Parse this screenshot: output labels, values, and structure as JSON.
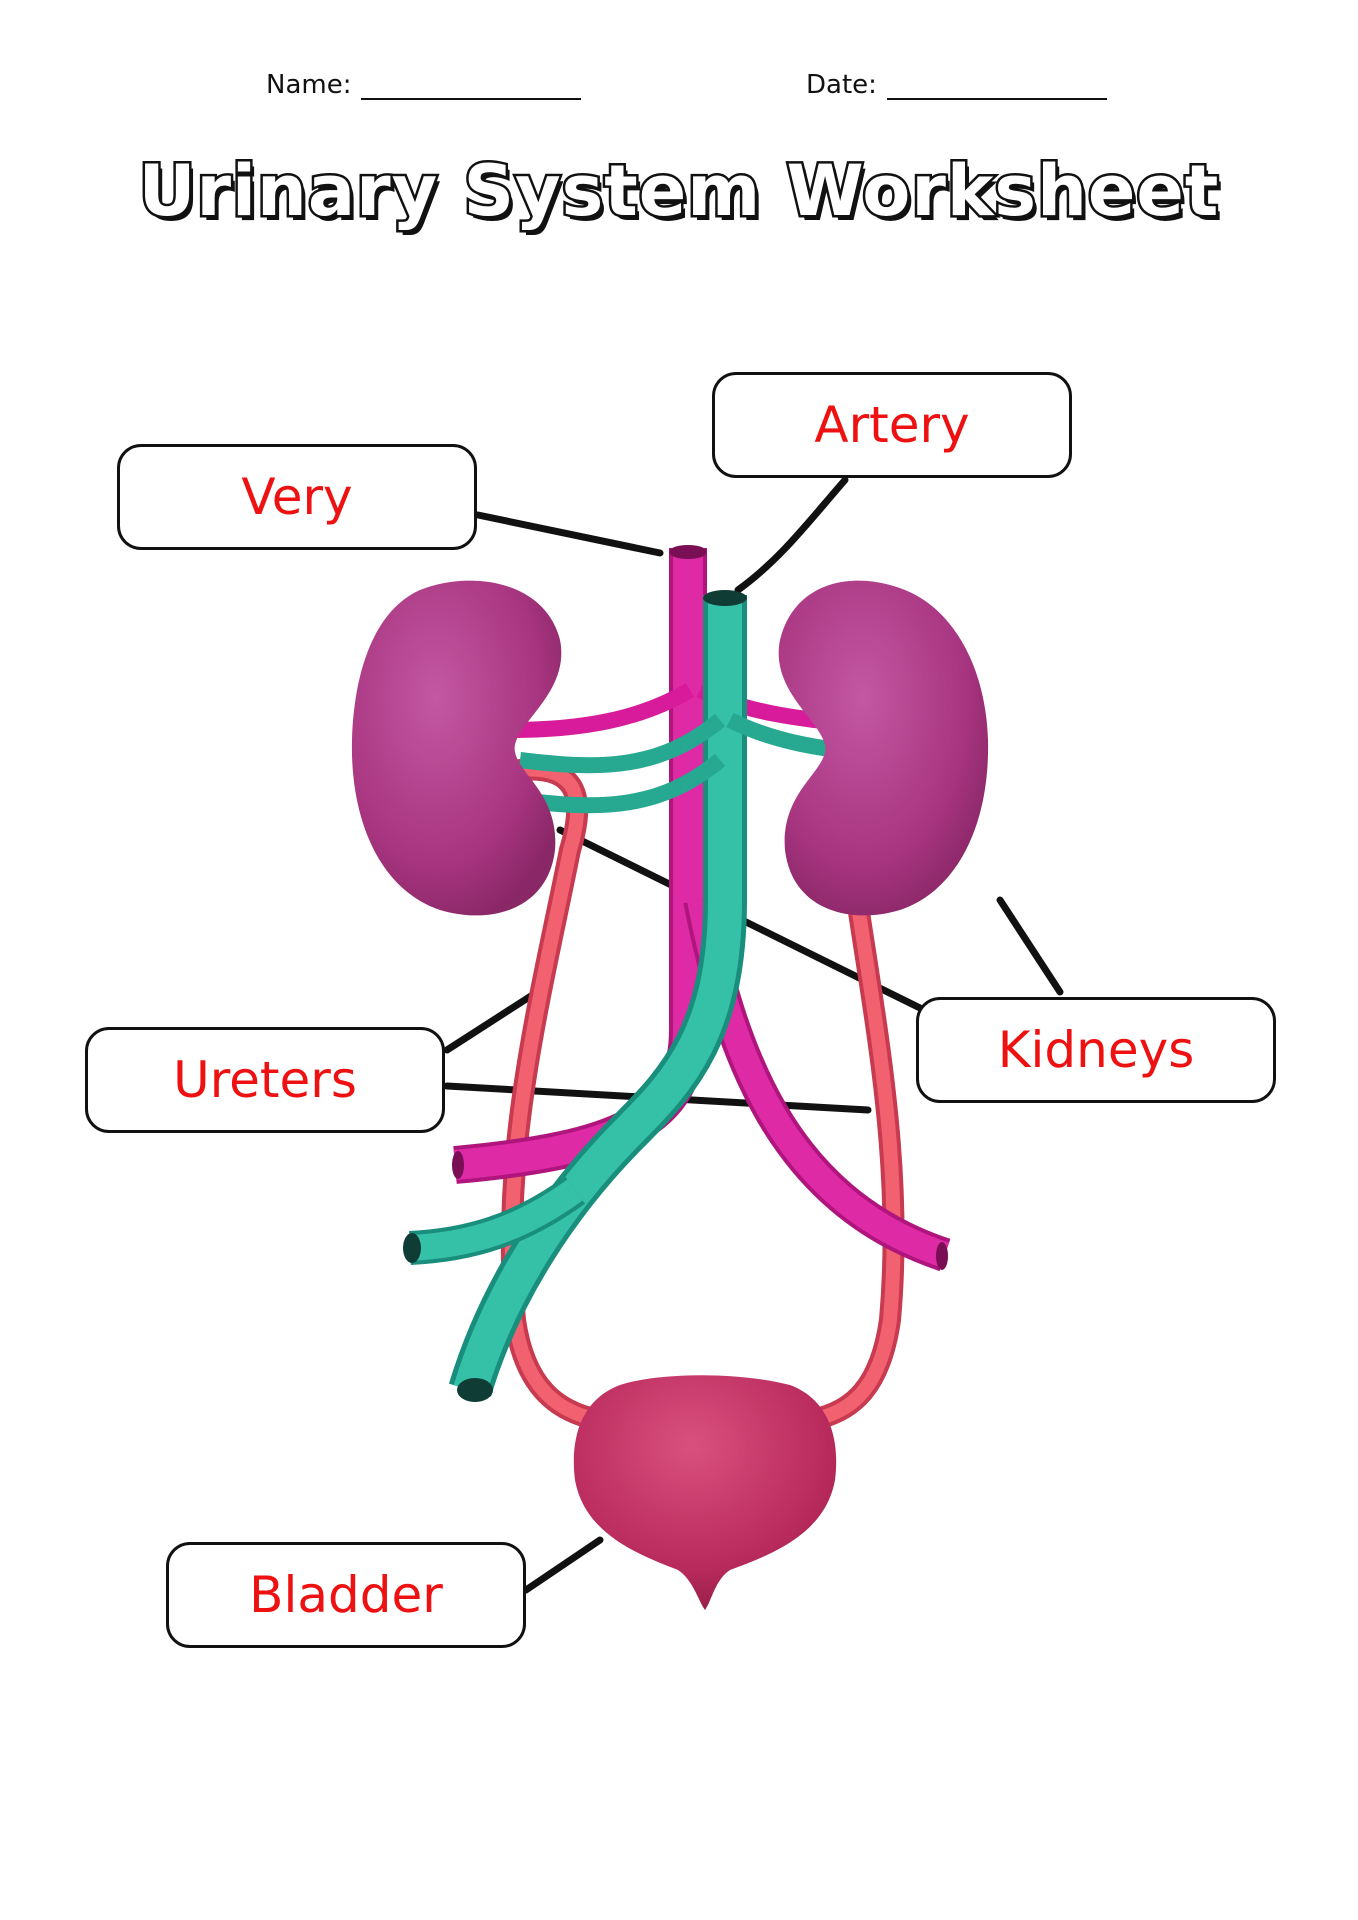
{
  "header": {
    "name_label": "Name:",
    "date_label": "Date:"
  },
  "title": "Urinary System Worksheet",
  "labels": {
    "very": "Very",
    "artery": "Artery",
    "kidneys": "Kidneys",
    "ureters": "Ureters",
    "bladder": "Bladder"
  },
  "colors": {
    "label_text": "#ee1111",
    "kidney": "#b23c8d",
    "vein": "#d81b9a",
    "artery": "#2bb7a0",
    "ureter": "#f05a6e",
    "bladder": "#c72f66"
  }
}
